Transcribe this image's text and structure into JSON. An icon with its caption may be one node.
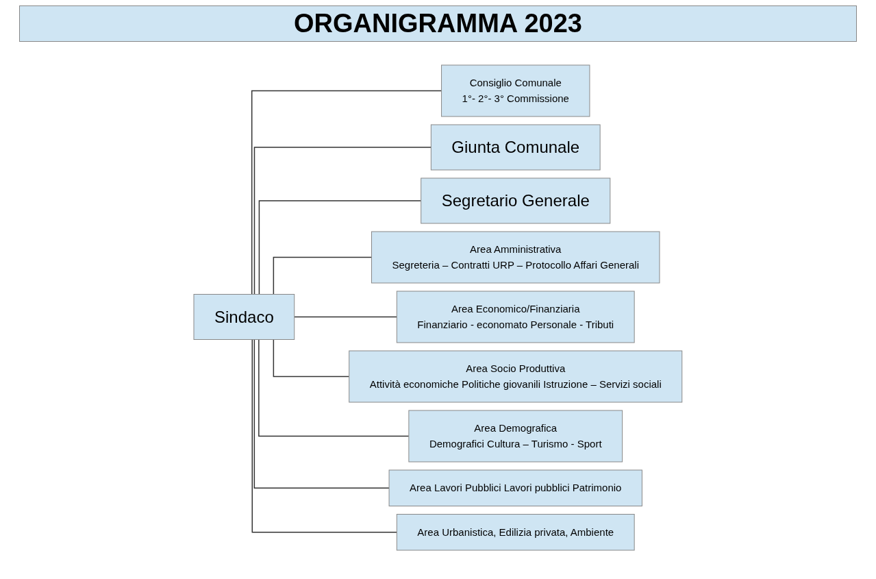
{
  "diagram": {
    "title": "ORGANIGRAMMA 2023",
    "nodes": [
      {
        "text": [
          "Consiglio Comunale",
          "1°- 2°- 3° Commissione"
        ]
      },
      {
        "text": [
          "Sindaco"
        ]
      },
      {
        "text": [
          "Giunta Comunale"
        ]
      },
      {
        "text": [
          "Segretario Generale"
        ]
      },
      {
        "text": [
          "Area Economico/Finanziaria",
          "Finanziario - economato Personale - Tributi"
        ]
      },
      {
        "text": [
          "Area Demografica",
          "Demografici Cultura – Turismo - Sport"
        ]
      },
      {
        "text": [
          "Area Urbanistica, Edilizia privata, Ambiente"
        ]
      },
      {
        "text": [
          "Area Amministrativa",
          "Segreteria – Contratti URP – Protocollo Affari Generali"
        ]
      },
      {
        "text": [
          "Area Socio Produttiva",
          "Attività economiche Politiche giovanili Istruzione – Servizi sociali"
        ]
      },
      {
        "text": [
          "Area Lavori Pubblici Lavori pubblici Patrimonio"
        ]
      }
    ],
    "edges": [
      {
        "from": 1,
        "to": 0,
        "arrow": "none"
      },
      {
        "from": 1,
        "to": 2,
        "arrow": "none"
      },
      {
        "from": 1,
        "to": 3,
        "arrow": "none"
      },
      {
        "from": 1,
        "to": 7,
        "arrow": "none"
      },
      {
        "from": 1,
        "to": 4,
        "arrow": "none"
      },
      {
        "from": 1,
        "to": 8,
        "arrow": "none"
      },
      {
        "from": 1,
        "to": 5,
        "arrow": "none"
      },
      {
        "from": 1,
        "to": 9,
        "arrow": "none"
      },
      {
        "from": 1,
        "to": 6,
        "arrow": "none"
      }
    ]
  }
}
